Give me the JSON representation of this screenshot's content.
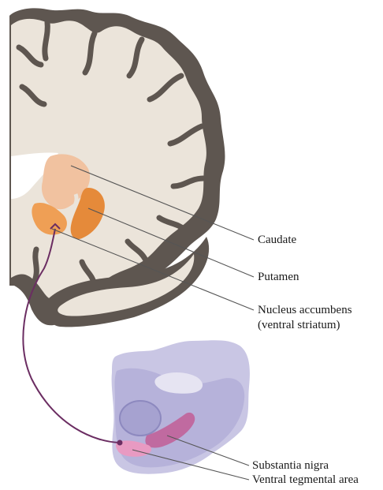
{
  "labels": {
    "caudate": "Caudate",
    "putamen": "Putamen",
    "nucleus_accumbens": "Nucleus accumbens",
    "nucleus_accumbens_alt": "(ventral striatum)",
    "substantia_nigra": "Substantia nigra",
    "ventral_tegmental_area": "Ventral tegmental area"
  },
  "colors": {
    "cortex_gray_matter": "#5a524c",
    "white_matter": "#ede6dd",
    "caudate": "#f1c2a0",
    "putamen": "#e58a3a",
    "nucleus_accumbens": "#ef9f55",
    "midbrain_section": "#c9c6e4",
    "substantia_nigra": "#c06aa0",
    "ventral_tegmental_area": "#e89ac2",
    "pathway": "#6b2d62",
    "leader_line": "#555555"
  }
}
